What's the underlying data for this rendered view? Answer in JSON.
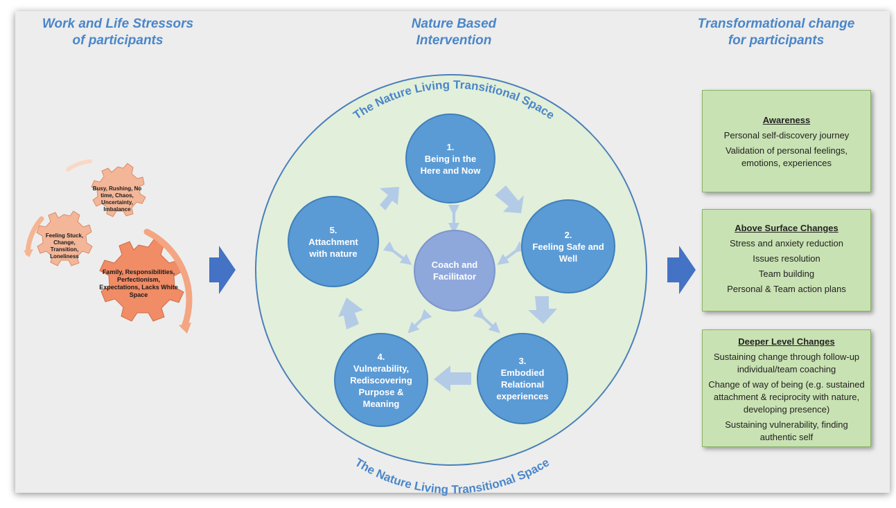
{
  "headings": {
    "left": [
      "Work and Life Stressors",
      "of participants"
    ],
    "middle": [
      "Nature Based",
      "Intervention"
    ],
    "right": [
      "Transformational change",
      "for participants"
    ]
  },
  "transitional_space_label": "The Nature Living Transitional Space",
  "stressors": [
    "Busy, Rushing, No time, Chaos, Uncertainty, Imbalance",
    "Feeling Stuck, Change, Transition, Loneliness",
    "Family, Responsibilities, Perfectionism, Expectations, Lacks White Space"
  ],
  "cycle": {
    "center": "Coach and Facilitator",
    "nodes": [
      {
        "num": "1.",
        "label": "Being in the Here and Now"
      },
      {
        "num": "2.",
        "label": "Feeling Safe and Well"
      },
      {
        "num": "3.",
        "label": "Embodied Relational experiences"
      },
      {
        "num": "4.",
        "label": "Vulnerability, Rediscovering Purpose & Meaning"
      },
      {
        "num": "5.",
        "label": "Attachment with nature"
      }
    ]
  },
  "outcomes": [
    {
      "title": "Awareness",
      "items": [
        "Personal self-discovery journey",
        "Validation of personal feelings, emotions, experiences"
      ]
    },
    {
      "title": "Above Surface Changes",
      "items": [
        "Stress and anxiety reduction",
        "Issues resolution",
        "Team building",
        "Personal & Team action plans"
      ]
    },
    {
      "title": "Deeper Level Changes",
      "items": [
        "Sustaining change through follow-up individual/team coaching",
        "Change of way of being (e.g. sustained attachment & reciprocity with nature, developing presence)",
        "Sustaining vulnerability, finding authentic self"
      ]
    }
  ],
  "colors": {
    "heading": "#4a86c8",
    "node": "#5b9bd5",
    "center": "#8fa8dc",
    "circle_fill": "#e2efda",
    "box_fill": "#c9e2b3",
    "gear": "#f4a582",
    "arrow": "#4472c4"
  }
}
